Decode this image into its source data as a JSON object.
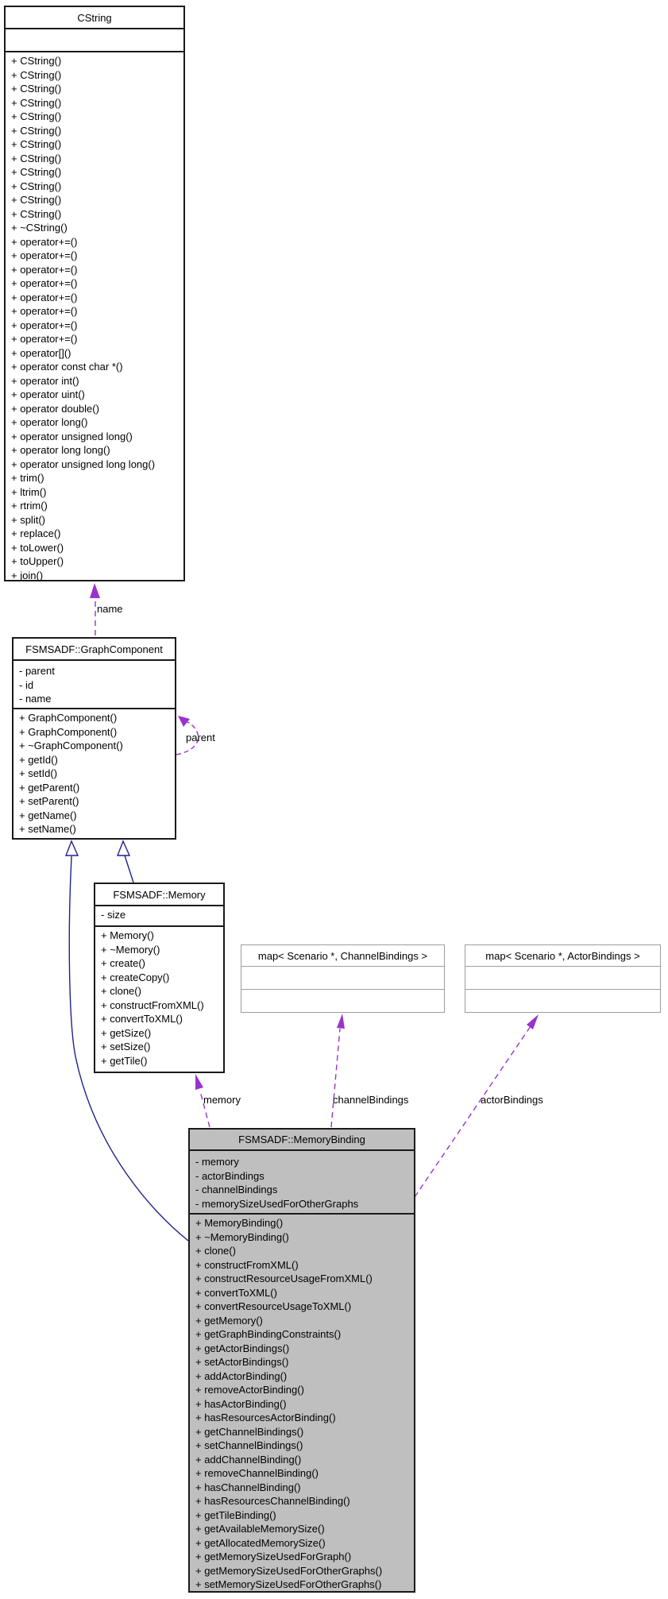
{
  "diagram": {
    "kind": "uml-collaboration-diagram",
    "colors": {
      "inheritance_edge": "#20208d",
      "usage_edge": "#9a32cd",
      "current_class_fill": "#bfbfbf",
      "class_border": "#1a1a1a",
      "template_border": "#9e9e9e"
    },
    "classes": {
      "cstring": {
        "title": "CString",
        "attributes": [],
        "methods": [
          "+ CString()",
          "+ CString()",
          "+ CString()",
          "+ CString()",
          "+ CString()",
          "+ CString()",
          "+ CString()",
          "+ CString()",
          "+ CString()",
          "+ CString()",
          "+ CString()",
          "+ CString()",
          "+ ~CString()",
          "+ operator+=()",
          "+ operator+=()",
          "+ operator+=()",
          "+ operator+=()",
          "+ operator+=()",
          "+ operator+=()",
          "+ operator+=()",
          "+ operator+=()",
          "+ operator[]()",
          "+ operator const char *()",
          "+ operator int()",
          "+ operator uint()",
          "+ operator double()",
          "+ operator long()",
          "+ operator unsigned long()",
          "+ operator long long()",
          "+ operator unsigned long long()",
          "+ trim()",
          "+ ltrim()",
          "+ rtrim()",
          "+ split()",
          "+ replace()",
          "+ toLower()",
          "+ toUpper()",
          "+ join()"
        ]
      },
      "graph_component": {
        "title": "FSMSADF::GraphComponent",
        "attributes": [
          "- parent",
          "- id",
          "- name"
        ],
        "methods": [
          "+ GraphComponent()",
          "+ GraphComponent()",
          "+ ~GraphComponent()",
          "+ getId()",
          "+ setId()",
          "+ getParent()",
          "+ setParent()",
          "+ getName()",
          "+ setName()"
        ]
      },
      "memory": {
        "title": "FSMSADF::Memory",
        "attributes": [
          "- size"
        ],
        "methods": [
          "+ Memory()",
          "+ ~Memory()",
          "+ create()",
          "+ createCopy()",
          "+ clone()",
          "+ constructFromXML()",
          "+ convertToXML()",
          "+ getSize()",
          "+ setSize()",
          "+ getTile()"
        ]
      },
      "map_channel": {
        "title": "map< Scenario *, ChannelBindings >",
        "attributes": [],
        "methods": []
      },
      "map_actor": {
        "title": "map< Scenario *, ActorBindings >",
        "attributes": [],
        "methods": []
      },
      "memory_binding": {
        "title": "FSMSADF::MemoryBinding",
        "attributes": [
          "- memory",
          "- actorBindings",
          "- channelBindings",
          "- memorySizeUsedForOtherGraphs"
        ],
        "methods": [
          "+ MemoryBinding()",
          "+ ~MemoryBinding()",
          "+ clone()",
          "+ constructFromXML()",
          "+ constructResourceUsageFromXML()",
          "+ convertToXML()",
          "+ convertResourceUsageToXML()",
          "+ getMemory()",
          "+ getGraphBindingConstraints()",
          "+ getActorBindings()",
          "+ setActorBindings()",
          "+ addActorBinding()",
          "+ removeActorBinding()",
          "+ hasActorBinding()",
          "+ hasResourcesActorBinding()",
          "+ getChannelBindings()",
          "+ setChannelBindings()",
          "+ addChannelBinding()",
          "+ removeChannelBinding()",
          "+ hasChannelBinding()",
          "+ hasResourcesChannelBinding()",
          "+ getTileBinding()",
          "+ getAvailableMemorySize()",
          "+ getAllocatedMemorySize()",
          "+ getMemorySizeUsedForGraph()",
          "+ getMemorySizeUsedForOtherGraphs()",
          "+ setMemorySizeUsedForOtherGraphs()"
        ]
      }
    },
    "edge_labels": {
      "name": "name",
      "parent": "parent",
      "memory": "memory",
      "channel_bindings": "channelBindings",
      "actor_bindings": "actorBindings"
    }
  }
}
